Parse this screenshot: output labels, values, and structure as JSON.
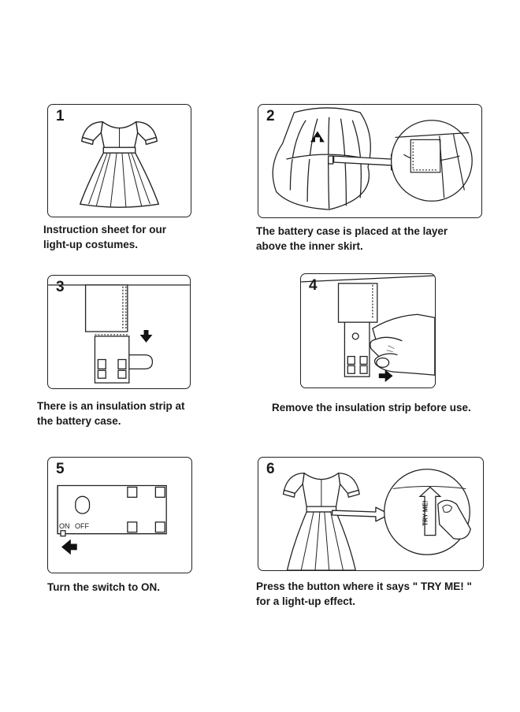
{
  "steps": [
    {
      "number": "1",
      "lines": [
        "Instruction sheet for our",
        "light-up costumes."
      ]
    },
    {
      "number": "2",
      "lines": [
        "The battery case is placed at the layer",
        "above the inner skirt."
      ]
    },
    {
      "number": "3",
      "lines": [
        "There is an insulation strip at",
        "the battery case."
      ]
    },
    {
      "number": "4",
      "lines": [
        "Remove the insulation strip before use."
      ]
    },
    {
      "number": "5",
      "lines": [
        "Turn the switch to ON."
      ],
      "switch_labels": {
        "on": "ON",
        "off": "OFF"
      }
    },
    {
      "number": "6",
      "lines": [
        "Press the button where it says \" TRY ME! \"",
        "for a light-up effect."
      ],
      "button_label": "TRY ME!"
    }
  ],
  "colors": {
    "line": "#222222",
    "fill": "#ffffff",
    "text": "#1a1a1a"
  }
}
